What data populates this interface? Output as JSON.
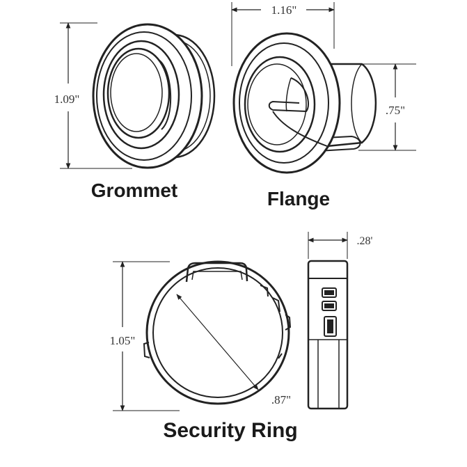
{
  "parts": {
    "grommet": {
      "label": "Grommet",
      "height": "1.09\""
    },
    "flange": {
      "label": "Flange",
      "width": "1.16\"",
      "depth": ".75\""
    },
    "security_ring": {
      "label": "Security Ring",
      "height": "1.05\"",
      "inner_diameter": ".87\"",
      "width": ".28'"
    }
  }
}
